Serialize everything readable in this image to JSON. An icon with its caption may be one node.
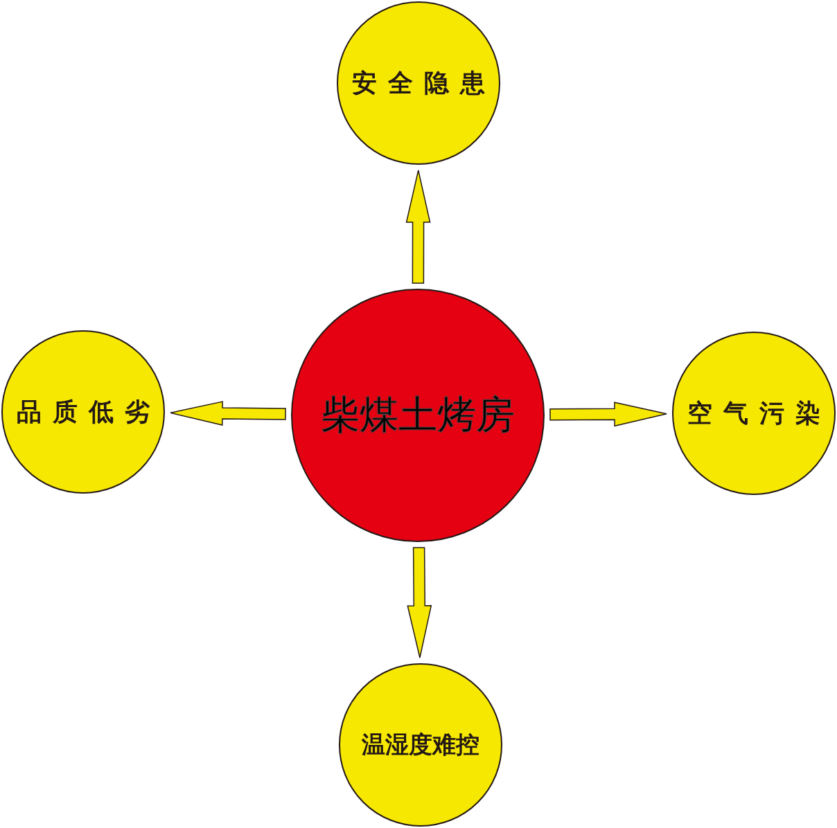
{
  "diagram": {
    "nodes": [
      {
        "text": [
          "安全隐患"
        ]
      },
      {
        "text": [
          "品质低劣"
        ]
      },
      {
        "text": [
          "柴煤土烤房"
        ]
      },
      {
        "text": [
          "空气污染"
        ]
      },
      {
        "text": [
          "温湿度难控"
        ]
      }
    ],
    "edges": [
      {
        "from": 2,
        "to": 0,
        "arrow": "to"
      },
      {
        "from": 2,
        "to": 1,
        "arrow": "to"
      },
      {
        "from": 2,
        "to": 3,
        "arrow": "to"
      },
      {
        "from": 2,
        "to": 4,
        "arrow": "to"
      }
    ]
  }
}
